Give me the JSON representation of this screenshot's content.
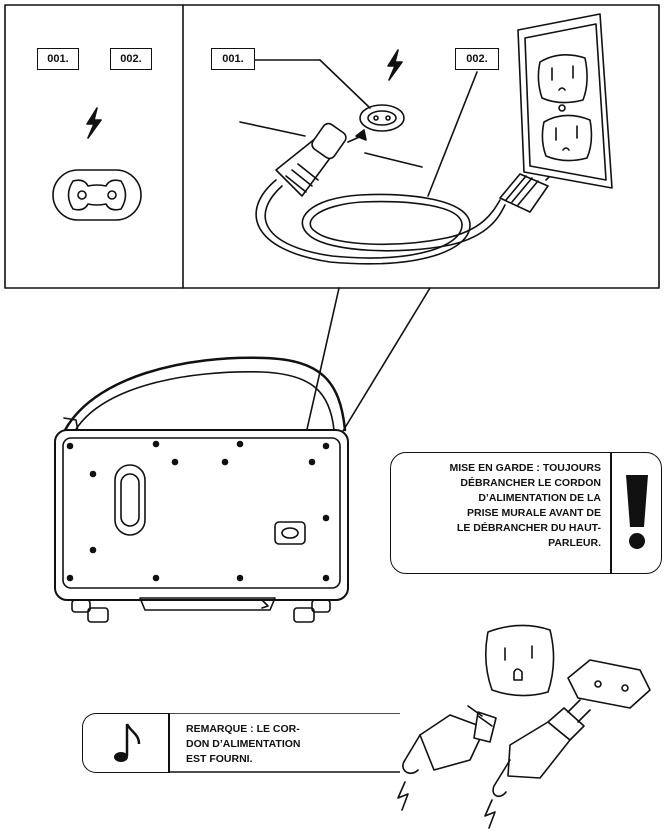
{
  "panels": {
    "left": {
      "labels": [
        "001.",
        "002."
      ]
    },
    "right": {
      "labels": [
        "001.",
        "002."
      ]
    }
  },
  "caution": {
    "text_lines": [
      "MISE EN GARDE : TOUJOURS",
      "DÉBRANCHER LE CORDON",
      "D’ALIMENTATION DE LA",
      "PRISE MURALE AVANT DE",
      "LE DÉBRANCHER DU HAUT-",
      "PARLEUR."
    ],
    "icon": "exclamation-icon"
  },
  "note": {
    "text_lines": [
      "REMARQUE : LE COR-",
      "DON D’ALIMENTATION",
      "EST FOURNI."
    ],
    "icon": "music-note-icon"
  },
  "icons": [
    "lightning-icon",
    "figure8-socket-icon",
    "wall-outlet-icon",
    "power-plug-icon",
    "speaker-icon"
  ],
  "colors": {
    "line": "#111111",
    "background": "#ffffff"
  }
}
